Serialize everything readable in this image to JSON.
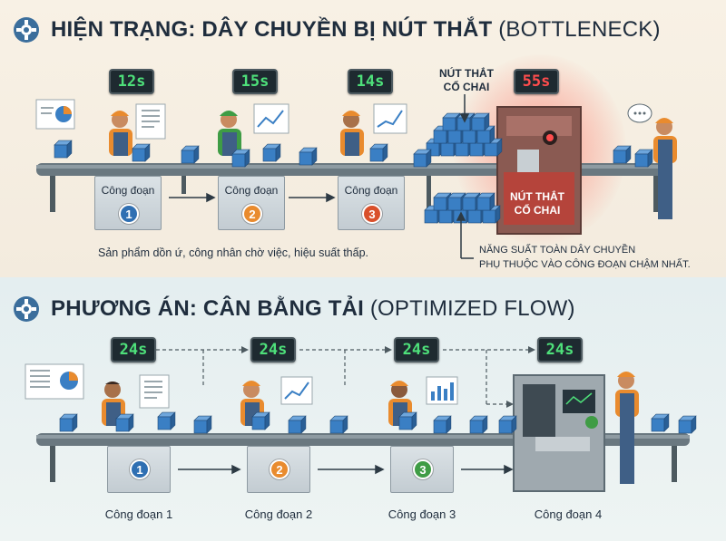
{
  "current": {
    "title_bold": "HIỆN TRẠNG: DÂY CHUYỀN BỊ NÚT THẮT",
    "title_rest": "(BOTTLENECK)",
    "stations": [
      {
        "label": "Công đoạn",
        "number": "1",
        "timer": "12s",
        "color": "#2f6fb2"
      },
      {
        "label": "Công đoạn",
        "number": "2",
        "timer": "15s",
        "color": "#e98b2e"
      },
      {
        "label": "Công đoạn",
        "number": "3",
        "timer": "14s",
        "color": "#d9502b"
      }
    ],
    "bottleneck_timer": "55s",
    "bottleneck_label_top": "NÚT THẮT CỔ CHAI",
    "bottleneck_label_machine": "NÚT THẮT CỔ CHAI",
    "caption": "Sản phẩm dồn ứ, công nhân chờ việc, hiệu suất thấp.",
    "note_line1": "NĂNG SUẤT TOÀN DÂY CHUYỀN",
    "note_line2": "PHỤ THUỘC VÀO CÔNG ĐOẠN CHẬM NHẤT."
  },
  "optimized": {
    "title_bold": "PHƯƠNG ÁN: CÂN BẰNG TẢI",
    "title_rest": "(OPTIMIZED FLOW)",
    "stations": [
      {
        "label": "Công đoạn 1",
        "number": "1",
        "timer": "24s",
        "color": "#2f6fb2"
      },
      {
        "label": "Công đoạn 2",
        "number": "2",
        "timer": "24s",
        "color": "#e98b2e"
      },
      {
        "label": "Công đoạn 3",
        "number": "3",
        "timer": "24s",
        "color": "#3f9c45"
      },
      {
        "label": "Công đoạn 4",
        "number": "",
        "timer": "24s",
        "color": "#5a6a75"
      }
    ]
  },
  "colors": {
    "belt": "#5c6a72",
    "box": "#3a7fc4",
    "box_dark": "#2a5f96",
    "shirt": "#e98b2e",
    "overall": "#3f5f86",
    "alert": "#ff5a4a"
  },
  "icons": [
    "gear-icon",
    "worker-icon",
    "box-icon",
    "machine-icon",
    "chart-board-icon",
    "speech-bubble-icon"
  ]
}
